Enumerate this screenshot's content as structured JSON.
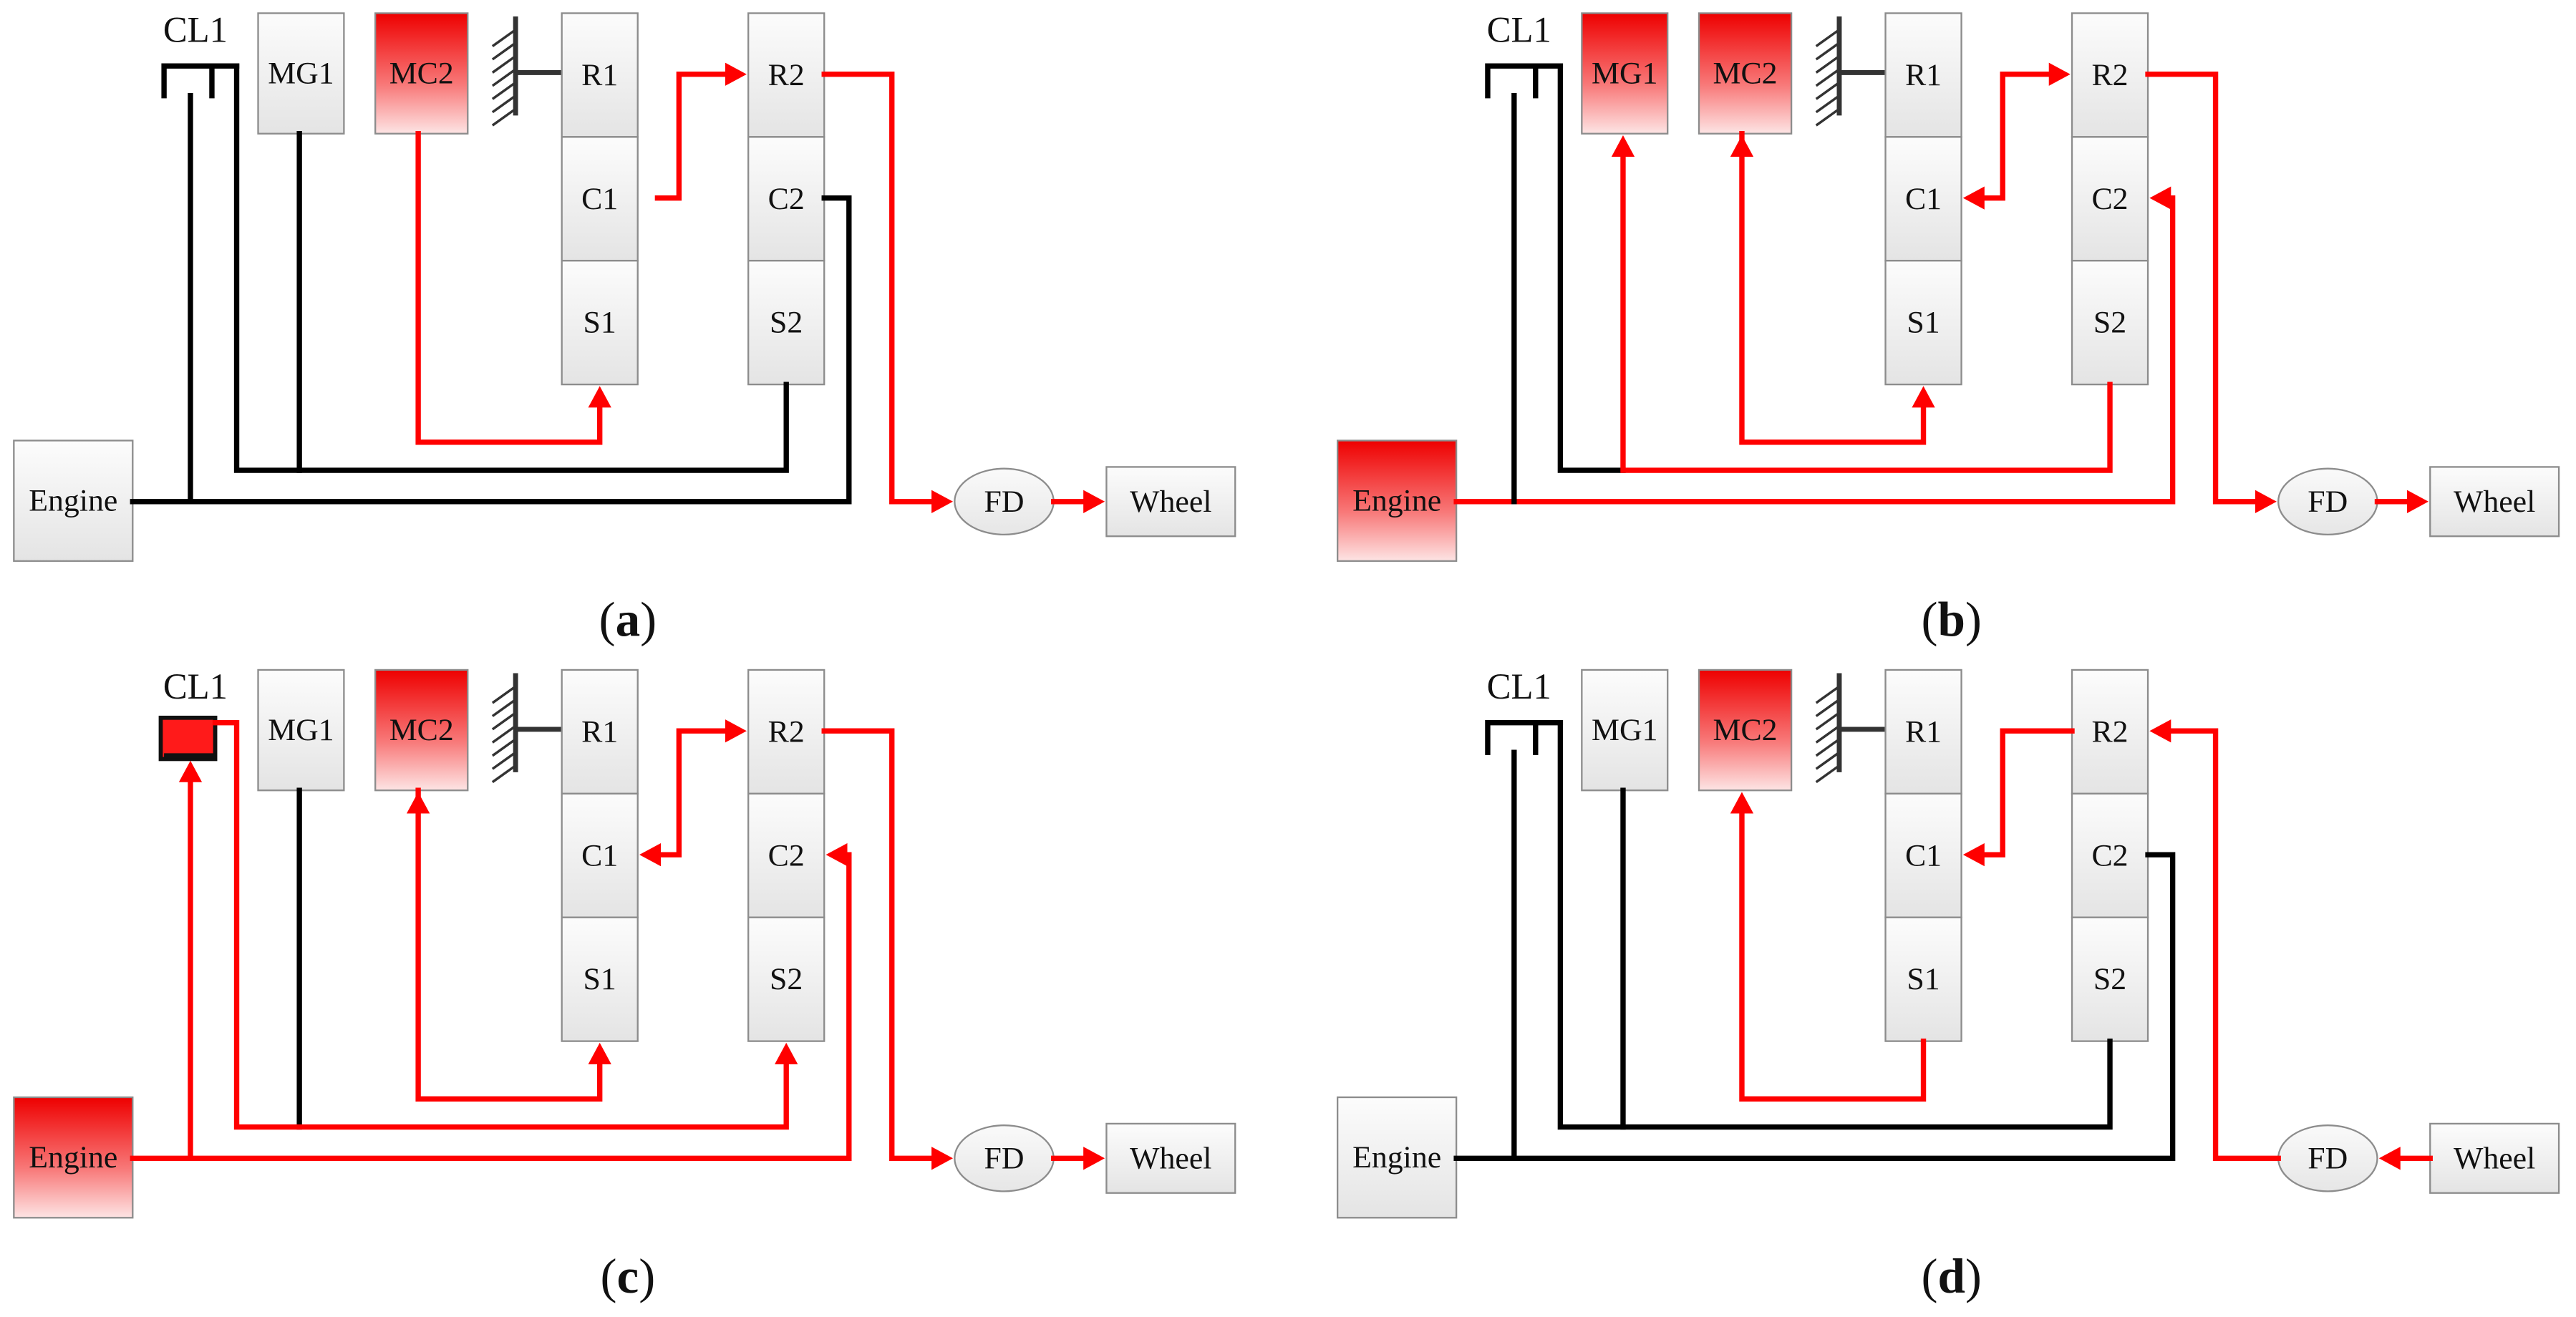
{
  "colors": {
    "power_flow": "#ff0000",
    "inactive": "#000000",
    "active_fill": "#ff1a1a",
    "box_fill": "#ebebeb",
    "box_stroke": "#8c8c8c"
  },
  "labels": {
    "clutch": "CL1",
    "mg1": "MG1",
    "mc2": "MC2",
    "engine": "Engine",
    "final_drive": "FD",
    "wheel": "Wheel",
    "ring1": "R1",
    "carrier1": "C1",
    "sun1": "S1",
    "ring2": "R2",
    "carrier2": "C2",
    "sun2": "S2"
  },
  "panels": [
    {
      "id": "a",
      "caption": "a",
      "active": {
        "engine": false,
        "mg1": false,
        "mc2": true,
        "clutch": false
      },
      "red_links": [
        "mc2_s1",
        "c1_r2",
        "r2_fd",
        "fd_wheel"
      ],
      "arrows": [
        "s1_in",
        "r2_in",
        "fd_in",
        "wheel_in"
      ]
    },
    {
      "id": "b",
      "caption": "b",
      "active": {
        "engine": true,
        "mg1": true,
        "mc2": true,
        "clutch": false
      },
      "red_links": [
        "eng_c2",
        "s2_mg1",
        "mc2_s1",
        "c1_r2",
        "r2_fd",
        "fd_wheel"
      ],
      "arrows": [
        "mg1_in",
        "mc2_in",
        "s1_in",
        "c1_in",
        "r2_in",
        "c2_in",
        "fd_in",
        "wheel_in"
      ]
    },
    {
      "id": "c",
      "caption": "c",
      "active": {
        "engine": true,
        "mg1": false,
        "mc2": true,
        "clutch": true
      },
      "red_links": [
        "eng_c2",
        "eng_clutch",
        "clutch_s2",
        "mc2_s1",
        "c1_r2",
        "r2_fd",
        "fd_wheel"
      ],
      "arrows": [
        "clutch_in",
        "mc2_in",
        "s1_in",
        "s2_in",
        "c1_in",
        "r2_in",
        "c2_in",
        "fd_in",
        "wheel_in"
      ]
    },
    {
      "id": "d",
      "caption": "d",
      "active": {
        "engine": false,
        "mg1": false,
        "mc2": true,
        "clutch": false
      },
      "red_links": [
        "wheel_fd",
        "fd_r2",
        "r2_c1",
        "s1_mc2"
      ],
      "arrows": [
        "fd_back_in",
        "r2_back_in",
        "c1_in",
        "mc2_in"
      ]
    }
  ]
}
